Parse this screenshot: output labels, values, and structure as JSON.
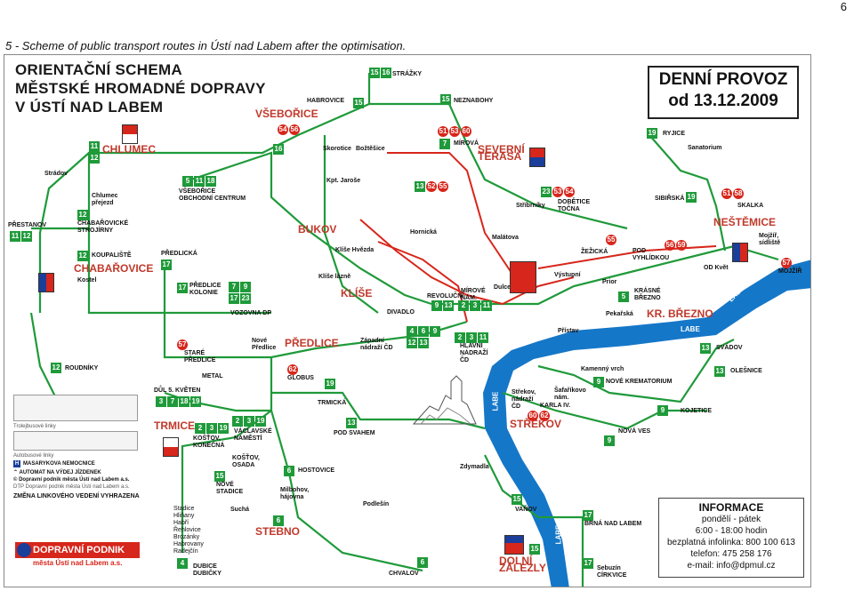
{
  "page_number": "6",
  "caption": "5 - Scheme of public transport routes in Ústí nad Labem after the optimisation.",
  "map": {
    "title_lines": [
      "ORIENTAČNÍ SCHEMA",
      "MĚSTSKÉ HROMADNÉ DOPRAVY",
      "V ÚSTÍ NAD LABEM"
    ],
    "service": {
      "line1": "DENNÍ PROVOZ",
      "line2": "od 13.12.2009"
    },
    "colors": {
      "route": "#1f9a3a",
      "trolley": "#d7261b",
      "river": "#1577c8",
      "stop_label_red": "#c0392b"
    },
    "districts": [
      {
        "id": "chlumec",
        "label": "CHLUMEC"
      },
      {
        "id": "chabarovice",
        "label": "CHABAŘOVICE"
      },
      {
        "id": "vseborice",
        "label": "VŠEBOŘICE"
      },
      {
        "id": "bukov",
        "label": "BUKOV"
      },
      {
        "id": "klise",
        "label": "KLÍŠE"
      },
      {
        "id": "predlice",
        "label": "PŘEDLICE"
      },
      {
        "id": "severni-terasa",
        "label": "SEVERNÍ TERASA"
      },
      {
        "id": "nestemice",
        "label": "NEŠTĚMICE"
      },
      {
        "id": "kr-brezno",
        "label": "KR. BŘEZNO"
      },
      {
        "id": "trmice",
        "label": "TRMICE"
      },
      {
        "id": "strekov",
        "label": "STŘEKOV"
      },
      {
        "id": "stebno",
        "label": "STEBNO"
      },
      {
        "id": "dolni-zalezly",
        "label": "DOLNÍ ZÁLEZLY"
      }
    ],
    "stops": [
      {
        "id": "strazky",
        "label": "STRÁŽKY"
      },
      {
        "id": "habrovice",
        "label": "HABROVICE"
      },
      {
        "id": "neznabohy",
        "label": "NEZNABOHY"
      },
      {
        "id": "mirova",
        "label": "MÍROVÁ"
      },
      {
        "id": "ryjice",
        "label": "RYJICE"
      },
      {
        "id": "sanatorium",
        "label": "Sanatorium"
      },
      {
        "id": "skorotice",
        "label": "Skorotice"
      },
      {
        "id": "bozticice",
        "label": "Božtěšice"
      },
      {
        "id": "stradov",
        "label": "Strádov"
      },
      {
        "id": "chlumec-prejezd",
        "label": "Chlumec přejezd"
      },
      {
        "id": "prestanov",
        "label": "PŘESTANOV"
      },
      {
        "id": "chabarovicke",
        "label": "CHABAŘOVICKÉ STROJÍRNY"
      },
      {
        "id": "koupaliste",
        "label": "KOUPALIŠTĚ"
      },
      {
        "id": "kostel",
        "label": "Kostel"
      },
      {
        "id": "vseborice-oc",
        "label": "VŠEBOŘICE OBCHODNÍ CENTRUM"
      },
      {
        "id": "predlicka",
        "label": "PŘEDLICKÁ"
      },
      {
        "id": "predlice-kolonie",
        "label": "PŘEDLICE KOLONIE"
      },
      {
        "id": "vozovna",
        "label": "VOZOVNA DP"
      },
      {
        "id": "kpt-jarose",
        "label": "Kpt. Jaroše"
      },
      {
        "id": "hornicka",
        "label": "Hornická"
      },
      {
        "id": "klise-hvezda",
        "label": "Klíše Hvězda"
      },
      {
        "id": "klise-lazne",
        "label": "Klíše lázně"
      },
      {
        "id": "divadlo",
        "label": "DIVADLO"
      },
      {
        "id": "revolucni",
        "label": "REVOLUČNÍ"
      },
      {
        "id": "mirove-nam",
        "label": "MÍROVÉ NÁM."
      },
      {
        "id": "malatova",
        "label": "Malátova"
      },
      {
        "id": "dulce",
        "label": "Dulce"
      },
      {
        "id": "strbrniky",
        "label": "Stříbrníky"
      },
      {
        "id": "dobeticke-tocna",
        "label": "DOBĚTICE TOČNA"
      },
      {
        "id": "zezicka",
        "label": "ŽEŽICKÁ"
      },
      {
        "id": "vystupni",
        "label": "Výstupní"
      },
      {
        "id": "prior",
        "label": "Prior"
      },
      {
        "id": "pod-vyhlidkou",
        "label": "POD VYHLÍDKOU"
      },
      {
        "id": "sibirska",
        "label": "SIBIŘSKÁ"
      },
      {
        "id": "skalka",
        "label": "SKALKA"
      },
      {
        "id": "mojzir-sidliste",
        "label": "Mojžíř, sídliště"
      },
      {
        "id": "mojzir",
        "label": "MOJŽÍŘ"
      },
      {
        "id": "od-kvet",
        "label": "OD Květ"
      },
      {
        "id": "krasne-brezno",
        "label": "KRÁSNÉ BŘEZNO"
      },
      {
        "id": "pekarska",
        "label": "Pekařská"
      },
      {
        "id": "pristav",
        "label": "Přístav"
      },
      {
        "id": "roudniky",
        "label": "ROUDNÍKY"
      },
      {
        "id": "stare-predlice",
        "label": "STARÉ PŘEDLICE"
      },
      {
        "id": "nove-predlice",
        "label": "Nové Předlice"
      },
      {
        "id": "zapadni-nadrazi",
        "label": "Západní nádraží ČD"
      },
      {
        "id": "hlavni-nadrazi",
        "label": "HLAVNÍ NÁDRAŽÍ ČD"
      },
      {
        "id": "metal",
        "label": "METAL"
      },
      {
        "id": "globus",
        "label": "GLOBUS"
      },
      {
        "id": "dul-kveten",
        "label": "DŮL 5. KVĚTEN"
      },
      {
        "id": "trmicka",
        "label": "TRMICKÁ"
      },
      {
        "id": "kostov-konecna",
        "label": "KOŠŤOV, KONEČNÁ"
      },
      {
        "id": "vaclavske",
        "label": "VÁCLAVSKÉ NÁMĚSTÍ"
      },
      {
        "id": "kostov-osada",
        "label": "KOŠŤOV, OSADA"
      },
      {
        "id": "pod-svahem",
        "label": "POD SVAHEM"
      },
      {
        "id": "hostovice",
        "label": "HOSTOVICE"
      },
      {
        "id": "nove-stadice",
        "label": "NOVÉ STADICE"
      },
      {
        "id": "milbohov",
        "label": "Milbohov, hájovna"
      },
      {
        "id": "sucha",
        "label": "Suchá"
      },
      {
        "id": "podlesin",
        "label": "Podlešín"
      },
      {
        "id": "zdymadla",
        "label": "Zdymadla"
      },
      {
        "id": "vanov",
        "label": "VAŇOV"
      },
      {
        "id": "brna",
        "label": "BRNÁ NAD LABEM"
      },
      {
        "id": "sebuzin",
        "label": "Sebuzín CÍRKVICE"
      },
      {
        "id": "chvalov",
        "label": "CHVALOV"
      },
      {
        "id": "dubice",
        "label": "DUBICE DUBIČKY"
      },
      {
        "id": "kamenny-vrch",
        "label": "Kamenný vrch"
      },
      {
        "id": "safarikovo",
        "label": "Šafaříkovo nám."
      },
      {
        "id": "strekov-nadr",
        "label": "Střekov, nádraží ČD"
      },
      {
        "id": "karla-iv",
        "label": "KARLA IV."
      },
      {
        "id": "nove-krematorium",
        "label": "NOVÉ KREMATORIUM"
      },
      {
        "id": "kojetice",
        "label": "KOJETICE"
      },
      {
        "id": "nova-ves",
        "label": "NOVÁ VES"
      },
      {
        "id": "svadov",
        "label": "SVÁDOV"
      },
      {
        "id": "olesnice",
        "label": "OLEŠNICE"
      },
      {
        "id": "stadice-list",
        "label": "Stadice Hliňany Habří Řehlovice Brozánky Habrovany Radejčín"
      }
    ],
    "river_labels": [
      "LABE",
      "LABE",
      "LABE",
      "LABE"
    ],
    "legend": {
      "trolley_label": "Trolejbusové linky",
      "bus_label": "Autobusové linky",
      "hospital": "MASARYKOVA NEMOCNICE",
      "automat": "AUTOMAT NA VÝDEJ JÍZDENEK",
      "copyright1": "© Dopravní podnik města Ústí nad Labem a.s.",
      "copyright2": "DTP Dopravní podnik města Ústí nad Labem a.s.",
      "change": "ZMĚNA LINKOVÉHO VEDENÍ VYHRAZENA",
      "logo_line1": "DOPRAVNÍ PODNIK",
      "logo_line2": "města Ústí nad Labem a.s."
    },
    "info_box": {
      "title": "INFORMACE",
      "line1": "pondělí - pátek",
      "line2": "6:00 - 18:00 hodin",
      "line3": "bezplatná infolinka: 800 100 613",
      "line4": "telefon: 475 258 176",
      "line5": "e-mail: info@dpmul.cz"
    },
    "badges": {
      "strazky": [
        "15",
        "16"
      ],
      "habrovice": [
        "15"
      ],
      "neznabohy": [
        "15"
      ],
      "mirova": [
        "51",
        "53",
        "60",
        "7"
      ],
      "ryjice": [
        "19"
      ],
      "chlumec": [
        "11",
        "12"
      ],
      "vseborice": [
        "54",
        "56",
        "16"
      ],
      "vseborice-oc": [
        "5",
        "11",
        "18"
      ],
      "prestanov": [
        "11",
        "12"
      ],
      "chabarovicke": [
        "12"
      ],
      "koupaliste": [
        "12"
      ],
      "predlicka": [
        "17"
      ],
      "predlice-kolonie": [
        "17"
      ],
      "vozovna": [
        "7",
        "9",
        "17",
        "23"
      ],
      "severni-terasa": [
        "13",
        "52",
        "55"
      ],
      "dobeticke": [
        "23",
        "53",
        "54"
      ],
      "sibirska": [
        "19"
      ],
      "skalka": [
        "51",
        "58"
      ],
      "zezicka": [
        "55"
      ],
      "pod-vyhlidkou": [
        "56",
        "59"
      ],
      "mojzir": [
        "57"
      ],
      "krasne-brezno": [
        "5"
      ],
      "divadlo": [
        "4",
        "6",
        "9"
      ],
      "revolucni": [
        "9",
        "13"
      ],
      "mirove-nam": [
        "2",
        "3",
        "11"
      ],
      "roudniky": [
        "12"
      ],
      "stare-predlice": [
        "57"
      ],
      "predlice": [
        "12",
        "13"
      ],
      "hlavni-nadrazi": [
        "2",
        "3",
        "11"
      ],
      "globus": [
        "62"
      ],
      "dul-kveten": [
        "3",
        "7",
        "18",
        "19"
      ],
      "trmicka": [
        "19"
      ],
      "trmice": [
        "2",
        "3",
        "19"
      ],
      "vaclavske": [
        "2",
        "3",
        "19"
      ],
      "pod-svahem": [
        "13"
      ],
      "svadov": [
        "13"
      ],
      "olesnice": [
        "13"
      ],
      "nove-krematorium": [
        "9"
      ],
      "kojetice": [
        "9"
      ],
      "nova-ves": [
        "9"
      ],
      "karla-iv": [
        "60",
        "62"
      ],
      "hostovice": [
        "6"
      ],
      "nove-stadice": [
        "15"
      ],
      "vanov": [
        "15"
      ],
      "stebno": [
        "6"
      ],
      "brna": [
        "17"
      ],
      "sebuzin": [
        "17"
      ],
      "dolni-zalezly": [
        "15"
      ],
      "chvalov": [
        "6"
      ],
      "dubice": [
        "4"
      ]
    }
  }
}
